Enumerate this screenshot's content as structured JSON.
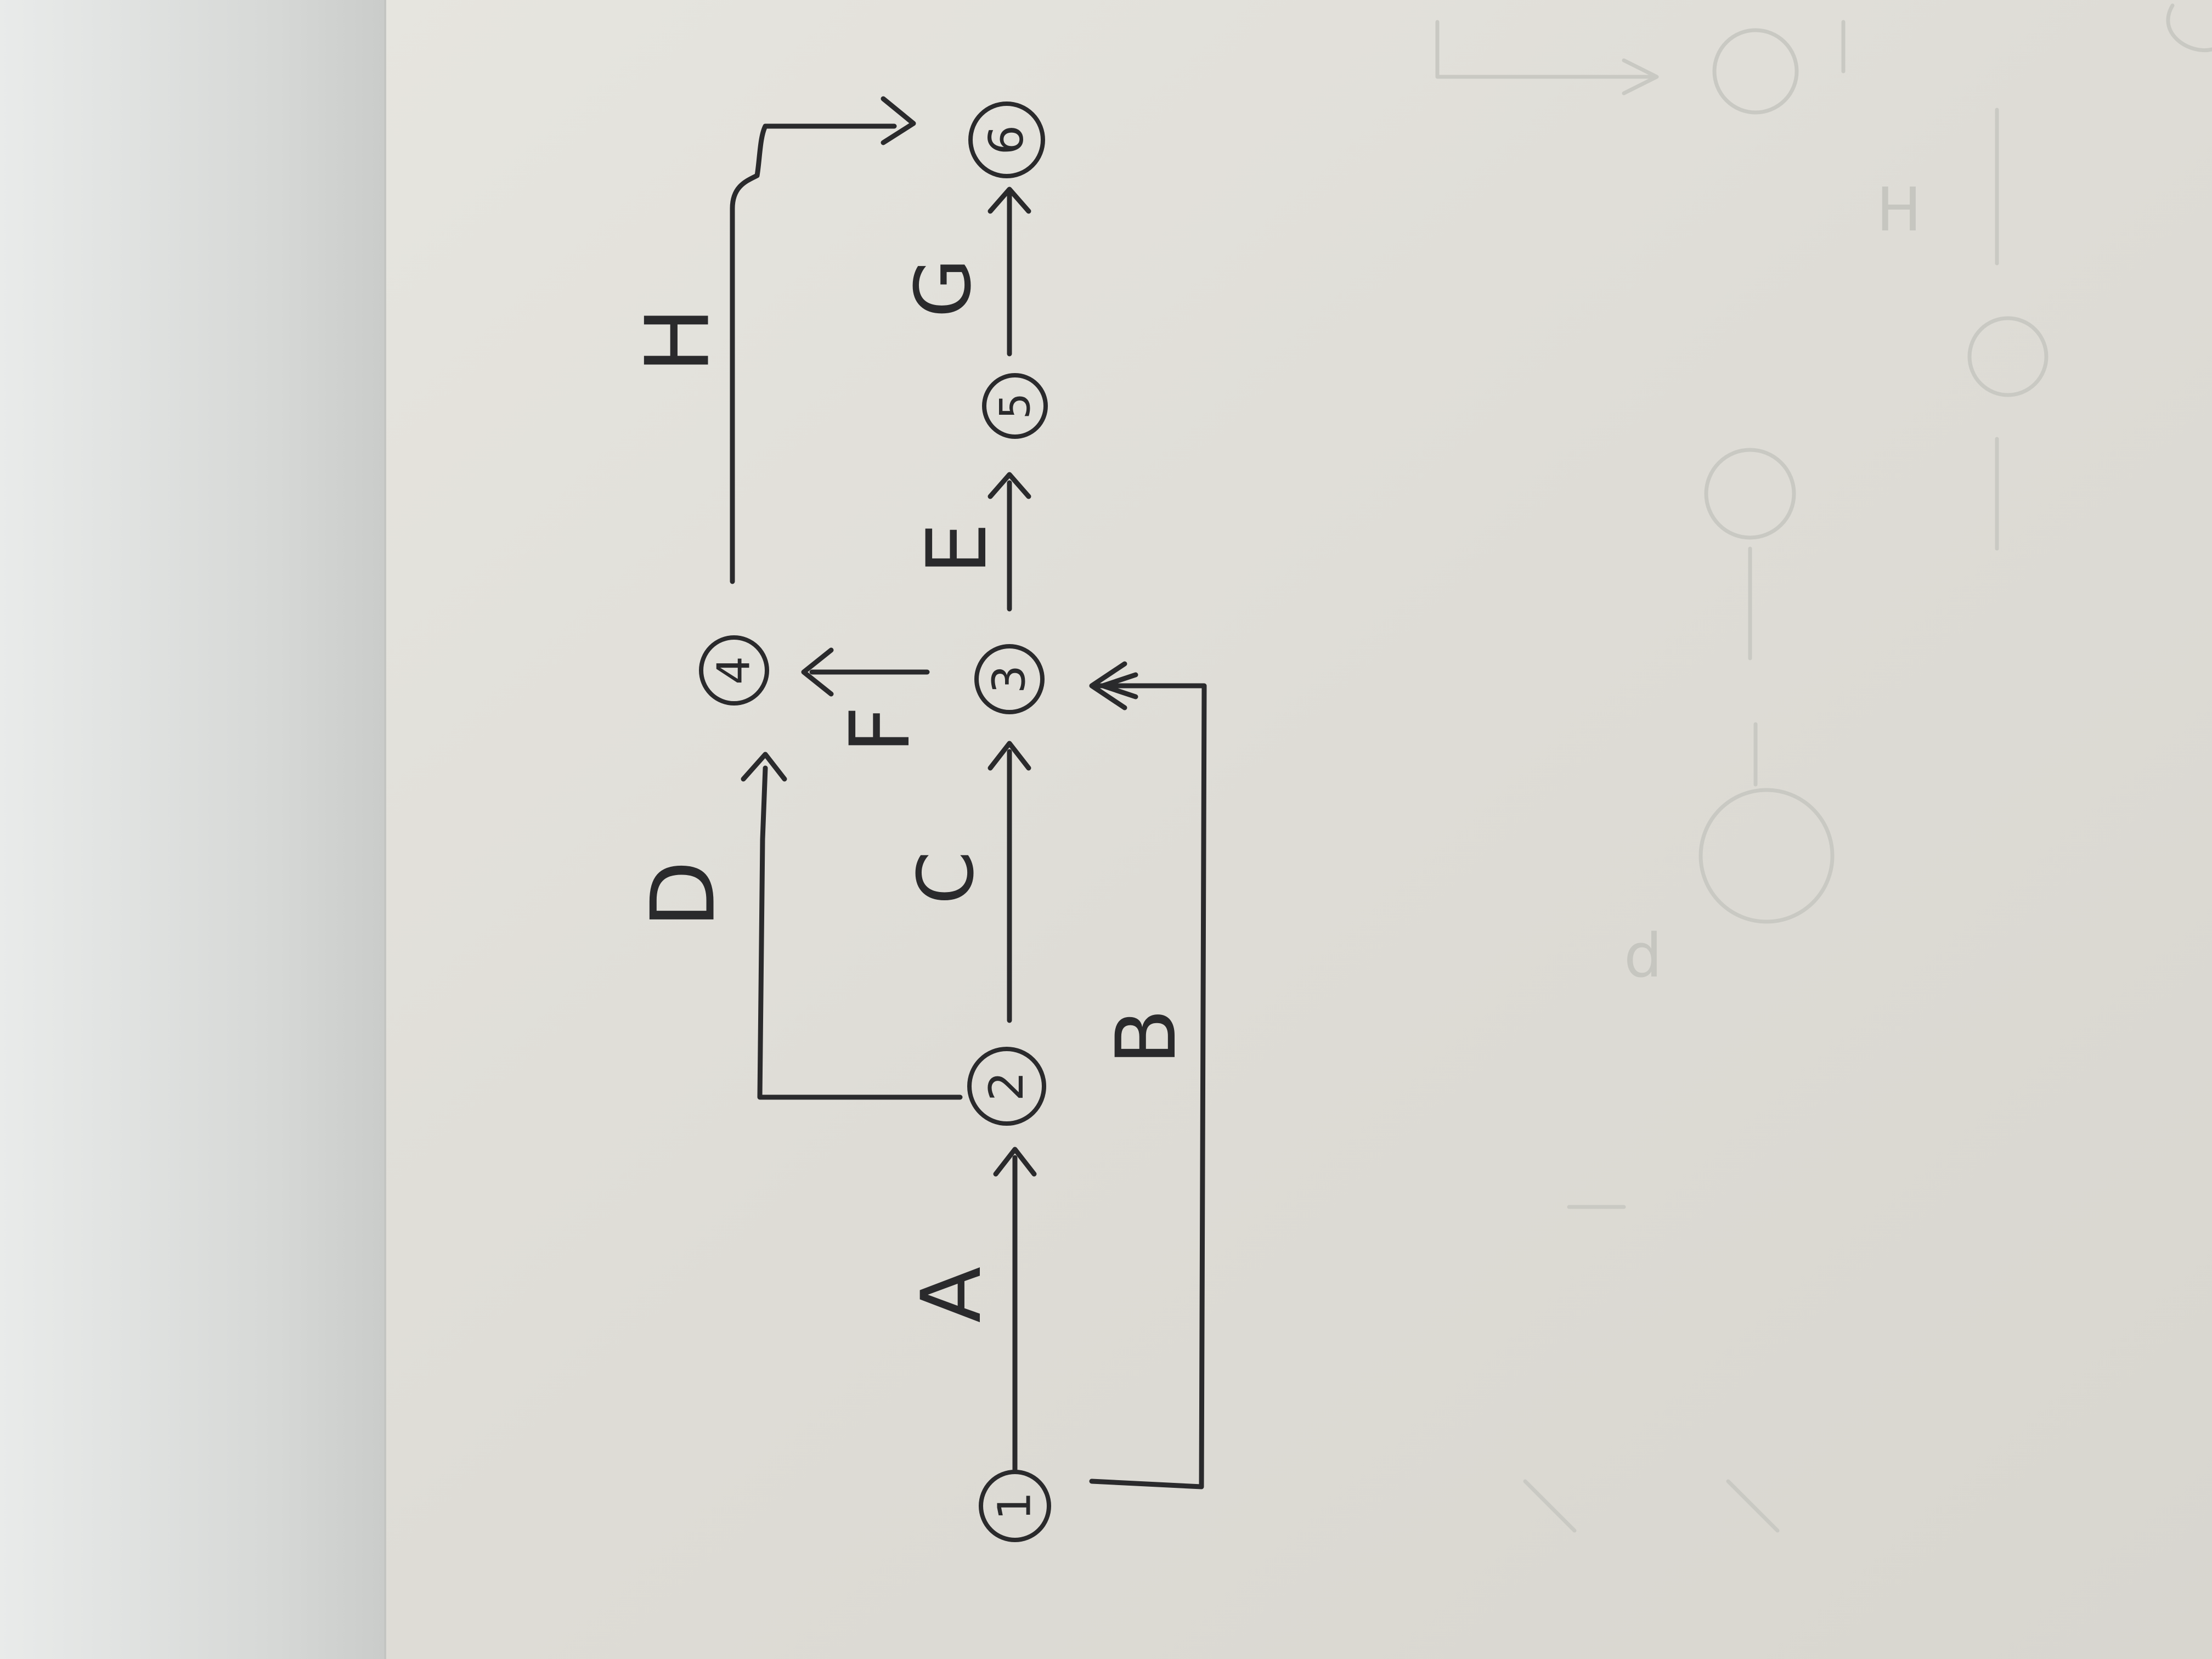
{
  "diagram": {
    "nodes": [
      {
        "id": "1",
        "label": "1"
      },
      {
        "id": "2",
        "label": "2"
      },
      {
        "id": "3",
        "label": "3"
      },
      {
        "id": "4",
        "label": "4"
      },
      {
        "id": "5",
        "label": "5"
      },
      {
        "id": "6",
        "label": "6"
      }
    ],
    "edges": [
      {
        "id": "A",
        "label": "A",
        "from": "1",
        "to": "2"
      },
      {
        "id": "B",
        "label": "B",
        "from": "1",
        "to": "3"
      },
      {
        "id": "C",
        "label": "C",
        "from": "2",
        "to": "3"
      },
      {
        "id": "D",
        "label": "D",
        "from": "2",
        "to": "4"
      },
      {
        "id": "E",
        "label": "E",
        "from": "3",
        "to": "5"
      },
      {
        "id": "F",
        "label": "F",
        "from": "3",
        "to": "4"
      },
      {
        "id": "G",
        "label": "G",
        "from": "5",
        "to": "6"
      },
      {
        "id": "H",
        "label": "H",
        "from": "4",
        "to": "6"
      }
    ]
  },
  "colors": {
    "ink": "#2a2a2c",
    "paper": "#e4e3dd",
    "shadow": "#d2d3d0",
    "bleed_through": "#c9c9c3"
  }
}
